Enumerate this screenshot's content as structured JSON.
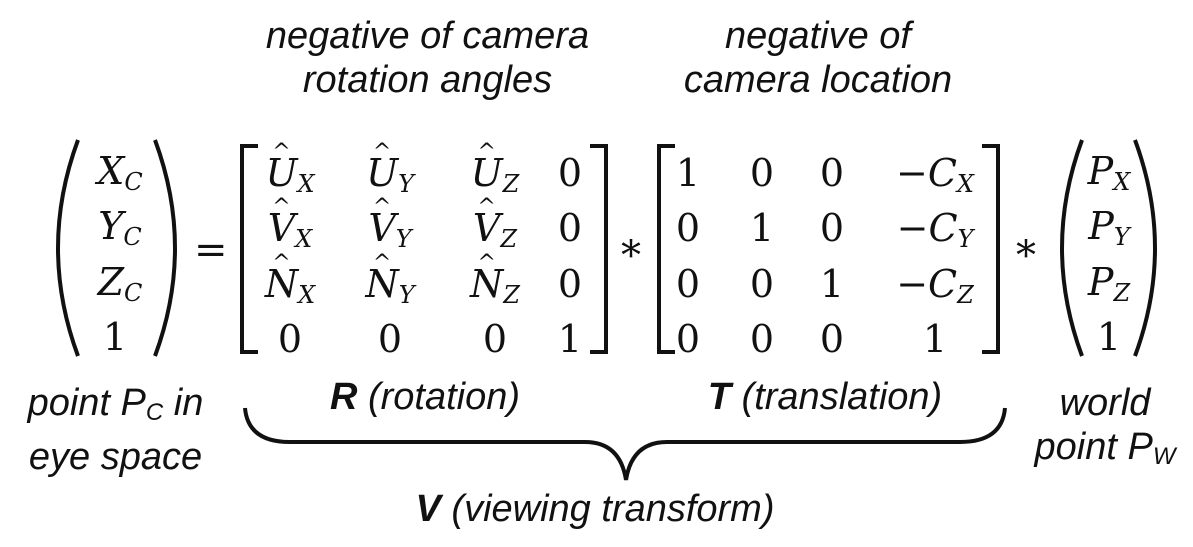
{
  "top_labels": {
    "rotation_line1": "negative of camera",
    "rotation_line2": "rotation angles",
    "location_line1": "negative of",
    "location_line2": "camera location"
  },
  "left_vector": [
    "X",
    "Y",
    "Z",
    "1"
  ],
  "left_vector_sub": "C",
  "rotation_matrix": {
    "rows": [
      [
        {
          "sym": "U",
          "hat": true,
          "sub": "X"
        },
        {
          "sym": "U",
          "hat": true,
          "sub": "Y"
        },
        {
          "sym": "U",
          "hat": true,
          "sub": "Z"
        },
        {
          "sym": "0"
        }
      ],
      [
        {
          "sym": "V",
          "hat": true,
          "sub": "X"
        },
        {
          "sym": "V",
          "hat": true,
          "sub": "Y"
        },
        {
          "sym": "V",
          "hat": true,
          "sub": "Z"
        },
        {
          "sym": "0"
        }
      ],
      [
        {
          "sym": "N",
          "hat": true,
          "sub": "X"
        },
        {
          "sym": "N",
          "hat": true,
          "sub": "Y"
        },
        {
          "sym": "N",
          "hat": true,
          "sub": "Z"
        },
        {
          "sym": "0"
        }
      ],
      [
        {
          "sym": "0"
        },
        {
          "sym": "0"
        },
        {
          "sym": "0"
        },
        {
          "sym": "1"
        }
      ]
    ]
  },
  "translation_matrix": {
    "rows": [
      [
        "1",
        "0",
        "0",
        "−C_X"
      ],
      [
        "0",
        "1",
        "0",
        "−C_Y"
      ],
      [
        "0",
        "0",
        "1",
        "−C_Z"
      ],
      [
        "0",
        "0",
        "0",
        "1"
      ]
    ]
  },
  "right_vector": [
    "P_X",
    "P_Y",
    "P_Z",
    "1"
  ],
  "operators": {
    "equals": "=",
    "multiply": "*"
  },
  "bottom_labels": {
    "point_pc_line1": "point P",
    "point_pc_sub": "C",
    "point_pc_suffix": " in",
    "point_pc_line2": "eye space",
    "r_bold": "R",
    "r_rest": " (rotation)",
    "t_bold": "T",
    "t_rest": " (translation)",
    "world_line1": "world",
    "world_line2": "point P",
    "world_sub": "W",
    "v_bold": "V",
    "v_rest": " (viewing transform)"
  },
  "hat_glyph": "^"
}
